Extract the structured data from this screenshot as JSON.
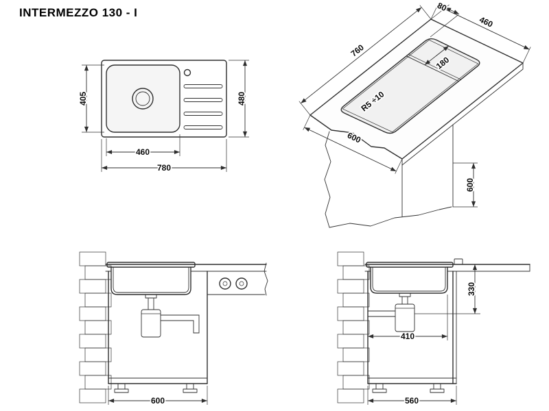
{
  "title": "INTERMEZZO 130 - I",
  "plan_view": {
    "dim_bowl_height": "405",
    "dim_total_height": "480",
    "dim_bowl_width": "460",
    "dim_total_width": "780"
  },
  "iso_view": {
    "dim_edge_gap": "80",
    "dim_depth_edge": "460",
    "dim_length_edge": "760",
    "dim_small_section": "180",
    "dim_corner_radius": "R5 ÷10",
    "dim_counter_left": "600",
    "dim_counter_right": "600"
  },
  "front_view": {
    "dim_cabinet_width": "600"
  },
  "side_view": {
    "dim_drain_height": "330",
    "dim_wall_to_front": "410",
    "dim_cabinet_depth": "560"
  }
}
